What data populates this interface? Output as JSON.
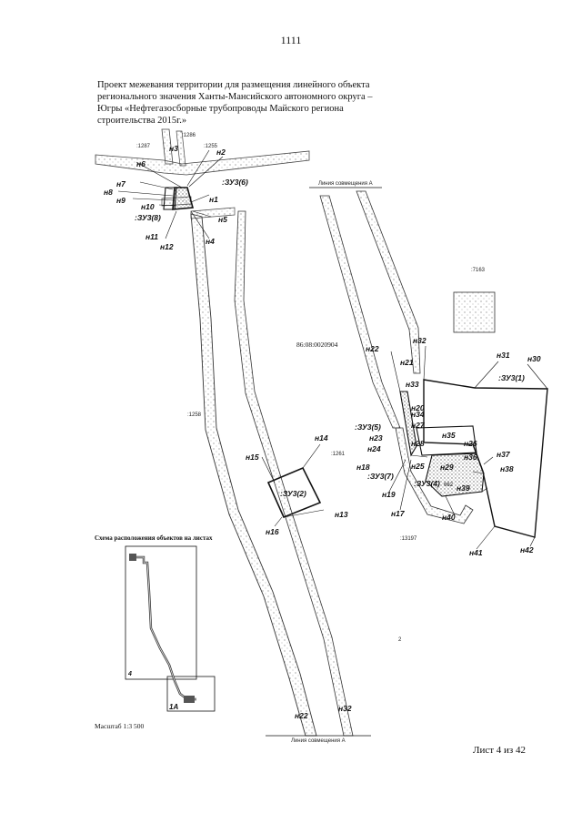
{
  "page_number": "1111",
  "title_lines": [
    "Проект межевания территории для размещения линейного объекта",
    "регионального значения Ханты-Мансийского автономного округа –",
    "Югры «Нефтегазосборные трубопроводы Майского региона",
    "строительства 2015г.»"
  ],
  "cadastral_block": "86:08:0020904",
  "match_line_top": "Линия совмещения А",
  "match_line_bottom": "Линия совмещения А",
  "plot_labels": {
    "zu6": ":ЗУ3(6)",
    "zu8": ":ЗУ3(8)",
    "zu1": ":ЗУ3(1)",
    "zu5": ":ЗУ3(5)",
    "zu7": ":ЗУ3(7)",
    "zu4": ":ЗУ3(4)",
    "zu2": ":ЗУ3(2)"
  },
  "parcel_numbers": {
    "p1287": ":1287",
    "p1286": ":1286",
    "p1255": ":1255",
    "p1258": ":1258",
    "p7163": ":7163",
    "p1261": ":1261",
    "p13197": ":13197",
    "p662": "662",
    "p2": "2"
  },
  "points": {
    "n1": "н1",
    "n2": "н2",
    "n3": "н3",
    "n4": "н4",
    "n5": "н5",
    "n6": "н6",
    "n7": "н7",
    "n8": "н8",
    "n9": "н9",
    "n10": "н10",
    "n11": "н11",
    "n12": "н12",
    "n13": "н13",
    "n14": "н14",
    "n15": "н15",
    "n16": "н16",
    "n17": "н17",
    "n18": "н18",
    "n19": "н19",
    "n20": "н20",
    "n21": "н21",
    "n22": "н22",
    "n22b": "н22",
    "n23": "н23",
    "n24": "н24",
    "n25": "н25",
    "n26": "н26",
    "n27": "н27",
    "n28": "н28",
    "n29": "н29",
    "n30": "н30",
    "n31": "н31",
    "n32": "н32",
    "n32b": "н32",
    "n33": "н33",
    "n34": "н34",
    "n35": "н35",
    "n36": "н36",
    "n37": "н37",
    "n38": "н38",
    "n39": "н39",
    "n40": "н40",
    "n41": "н41",
    "n42": "н42"
  },
  "schema": {
    "title": "Схема расположения объектов на листах",
    "sheet_4": "4",
    "sheet_1a": "1А"
  },
  "scale_text": "Масштаб 1:3 500",
  "sheet_footer": "Лист 4  из 42",
  "colors": {
    "ink": "#111111",
    "road_fill": "#d9d9d9",
    "hatch": "#9a9a9a"
  }
}
